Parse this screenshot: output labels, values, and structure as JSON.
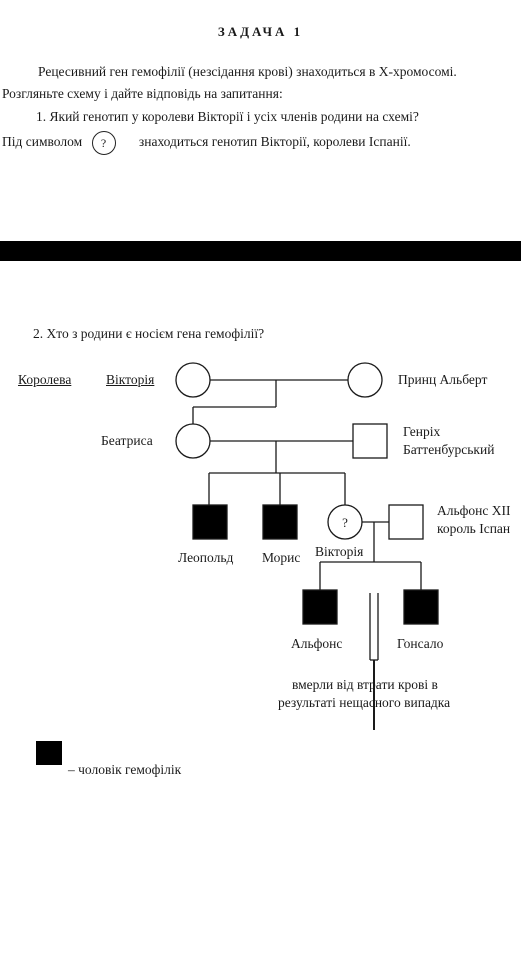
{
  "header": {
    "title": "ЗАДАЧА 1",
    "intro_line1": "Рецесивний ген гемофілії (незсідання крові) знаходиться в Х-хромосомі.",
    "intro_line2": "Розгляньте схему і дайте відповідь на запитання:",
    "question1": "1. Який генотип у королеви Вікторії і усіх членів родини на схемі?",
    "symbol_prefix": "Під символом",
    "symbol_mark": "?",
    "symbol_suffix": "знаходиться генотип Вікторії, королеви Іспанії."
  },
  "question2": "2. Хто з родини є носієм гена гемофілії?",
  "pedigree": {
    "queen_word": "Королева",
    "victoria_word": "Вікторія",
    "albert": "Принц Альберт",
    "beatrice": "Беатриса",
    "henry_line1": "Генріх",
    "henry_line2": "Баттенбурський",
    "leopold": "Леопольд",
    "maurice": "Морис",
    "victoria_spain": "Вікторія",
    "question_mark": "?",
    "alfonso_xiii_line1": "Альфонс XII",
    "alfonso_xiii_line2": "король Іспан",
    "alfonso": "Альфонс",
    "gonzalo": "Гонсало",
    "note_line1": "вмерли від втрати крові в",
    "note_line2": "результаті нещасного випадка"
  },
  "legend": {
    "text": "– чоловік гемофілік"
  },
  "colors": {
    "band": "#000000",
    "affected_fill": "#000000",
    "line": "#1a1a1a"
  }
}
